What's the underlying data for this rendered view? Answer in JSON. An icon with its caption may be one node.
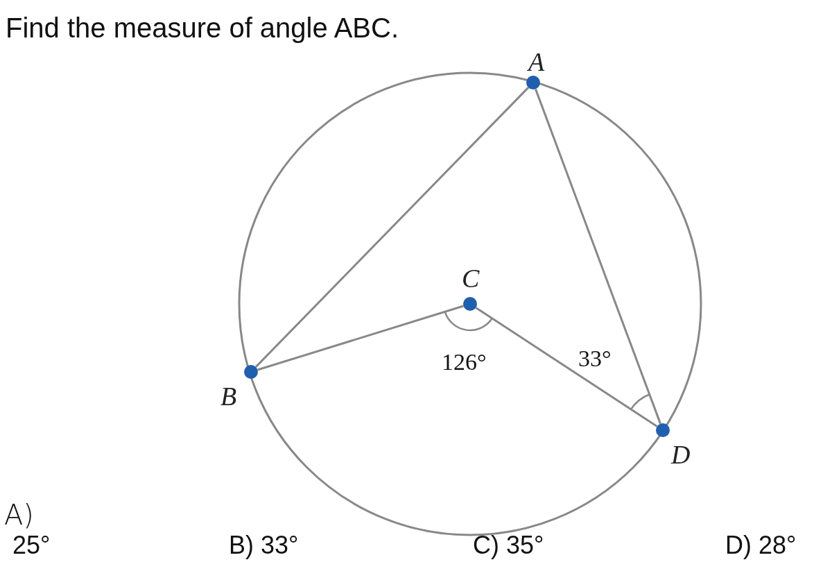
{
  "diagram": {
    "title": "Find the measure of angle ABC.",
    "nodes": [
      {
        "text": [
          "A"
        ]
      },
      {
        "text": [
          "B"
        ]
      },
      {
        "text": [
          "C"
        ]
      },
      {
        "text": [
          "D"
        ]
      }
    ],
    "edges": [
      {
        "from": 0,
        "to": 1,
        "arrow": "none"
      },
      {
        "from": 1,
        "to": 2,
        "arrow": "none"
      },
      {
        "from": 2,
        "to": 3,
        "arrow": "none"
      },
      {
        "from": 0,
        "to": 3,
        "arrow": "none"
      }
    ],
    "labels": [
      "126°",
      "33°",
      "A)",
      "25°",
      "B) 33°",
      "C) 35°",
      "D) 28°"
    ]
  }
}
